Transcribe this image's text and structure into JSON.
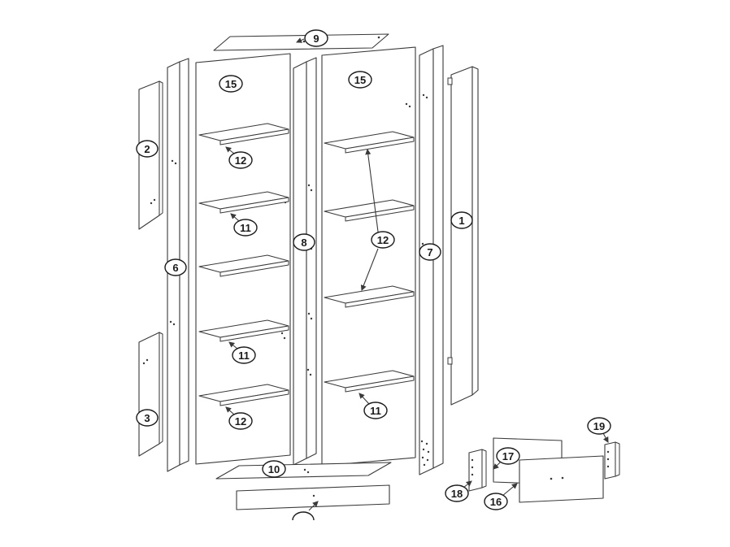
{
  "diagram": {
    "background": "#ffffff",
    "line_color": "#3a3a3a",
    "text_color": "#1a1a1a"
  },
  "callouts": {
    "c9": "9",
    "c15_left": "15",
    "c15_right": "15",
    "c2": "2",
    "c12_left_top": "12",
    "c11_left_upper": "11",
    "c6": "6",
    "c8": "8",
    "c12_right": "12",
    "c7": "7",
    "c1": "1",
    "c11_left_lower": "11",
    "c3": "3",
    "c12_left_bottom": "12",
    "c11_right": "11",
    "c10": "10",
    "c19": "19",
    "c17": "17",
    "c18": "18",
    "c16": "16"
  }
}
